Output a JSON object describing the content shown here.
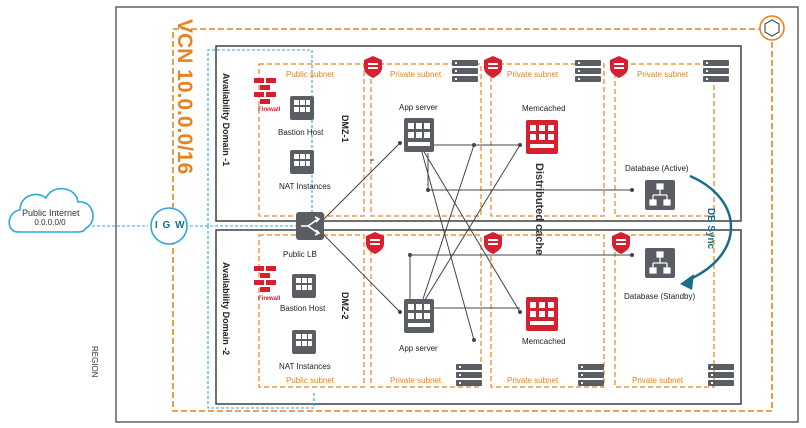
{
  "region": {
    "label": "REGION"
  },
  "vcn": {
    "label": "VCN 10.0.0.0/16"
  },
  "public_internet": {
    "label": "Public Internet",
    "cidr": "0.0.0.0/0"
  },
  "igw": {
    "label": "I G W"
  },
  "firewall": {
    "label": "Firewall"
  },
  "public_lb": {
    "label": "Public LB"
  },
  "distributed_cache": {
    "label": "Distributed cache"
  },
  "db_sync": {
    "label": "DB Sync"
  },
  "ad1": {
    "label": "Availability Domain -1",
    "dmz": "DMZ-1",
    "public_subnet": "Public subnet",
    "bastion": "Bastion Host",
    "nat": "NAT Instances",
    "private_subnet_app": "Private subnet",
    "private_subnet_cache": "Private subnet",
    "private_subnet_db": "Private subnet",
    "app_server": "App server",
    "memcached": "Memcached",
    "database": "Database (Active)"
  },
  "ad2": {
    "label": "Availability Domain -2",
    "dmz": "DMZ-2",
    "public_subnet": "Public subnet",
    "bastion": "Bastion Host",
    "nat": "NAT Instances",
    "private_subnet_app": "Private subnet",
    "private_subnet_cache": "Private subnet",
    "private_subnet_db": "Private subnet",
    "app_server": "App server",
    "memcached": "Memcached",
    "database": "Database (Standby)"
  },
  "colors": {
    "orange": "#e8821e",
    "red": "#d6202f",
    "teal": "#1a6e8a",
    "cyan": "#29a8e0",
    "dark_gray": "#5a5d63",
    "frame": "#444444"
  },
  "icons": [
    "cloud-icon",
    "firewall-icon",
    "server-icon",
    "memcached-icon",
    "database-icon",
    "load-balancer-icon",
    "security-list-icon",
    "route-table-icon",
    "compartment-icon"
  ]
}
